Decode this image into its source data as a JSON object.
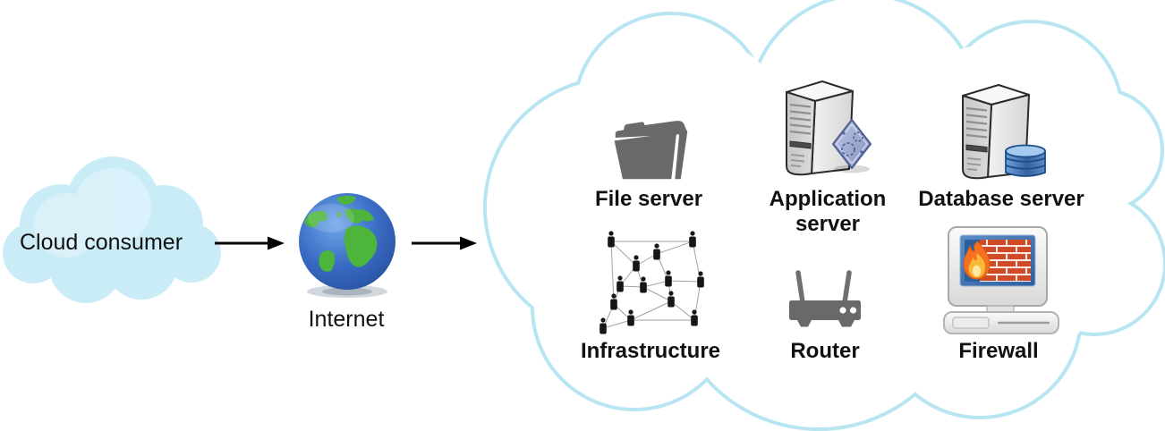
{
  "diagram": {
    "consumer": {
      "label": "Cloud consumer"
    },
    "internet": {
      "label": "Internet"
    },
    "cloud": {
      "items": [
        {
          "id": "file-server",
          "label": "File server"
        },
        {
          "id": "application-server",
          "label": "Application server"
        },
        {
          "id": "database-server",
          "label": "Database server"
        },
        {
          "id": "infrastructure",
          "label": "Infrastructure"
        },
        {
          "id": "router",
          "label": "Router"
        },
        {
          "id": "firewall",
          "label": "Firewall"
        }
      ]
    }
  },
  "icons": {
    "consumer_cloud": "cloud-shape",
    "internet": "earth-globe",
    "file_server": "open-folder",
    "application_server": "server-tower-with-app-diamond",
    "database_server": "server-tower-with-database-cylinders",
    "infrastructure": "people-network",
    "router": "wireless-router",
    "firewall": "computer-with-brick-wall-and-flame",
    "flow_arrows": "right-arrow"
  },
  "colors": {
    "provider_cloud_outline": "#b7e5f1",
    "consumer_cloud_fill": "#c9ecf7",
    "icon_gray": "#696969",
    "text": "#111111",
    "arrow": "#000000",
    "brick_red": "#d04c27",
    "screen_blue": "#2d5e9e",
    "database_blue": "#4a7fc0",
    "globe_ocean": "#3a6cc4",
    "globe_land": "#4db53c"
  }
}
